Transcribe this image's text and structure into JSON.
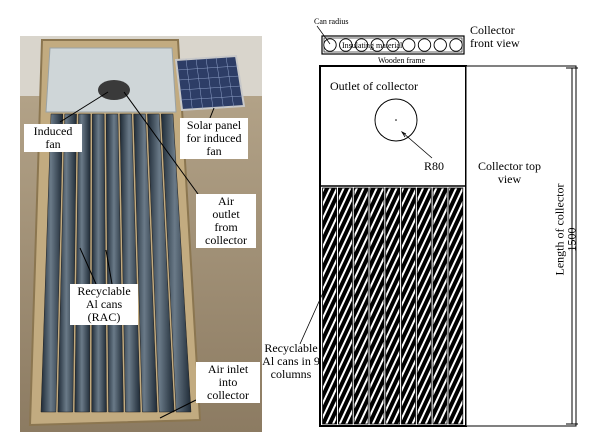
{
  "photo_labels": {
    "induced_fan": "Induced\nfan",
    "solar_panel": "Solar panel\nfor induced\nfan",
    "air_outlet": "Air\noutlet\nfrom\ncollector",
    "rac": "Recyclable\nAl cans\n(RAC)",
    "air_inlet": "Air inlet\ninto\ncollector"
  },
  "front_view": {
    "can_radius": "Can radius",
    "insulating_material": "Insulating material",
    "wooden_frame": "Wooden frame",
    "title": "Collector\nfront view",
    "can_count": 9
  },
  "top_view": {
    "outlet": "Outlet of collector",
    "radius": "R80",
    "title": "Collector top\nview",
    "cans_label": "Recyclable\nAl cans in 9\ncolumns",
    "columns": 9,
    "length_label": "Length of collector",
    "length_value": "1500"
  },
  "colors": {
    "line": "#000000",
    "photo_frame": "#b8a27a",
    "photo_cans": "#3b4a58",
    "sky": "#e8e6e2"
  }
}
